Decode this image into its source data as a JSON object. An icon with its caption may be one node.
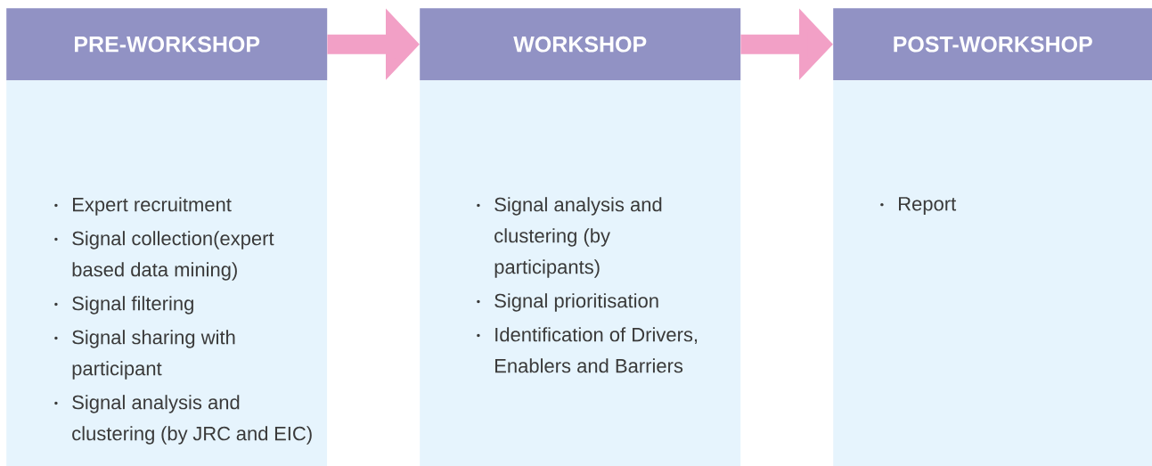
{
  "diagram": {
    "nodes": [
      {
        "text": [
          "PRE-WORKSHOP"
        ]
      },
      {
        "text": [
          "Expert recruitment",
          "Signal collection(expert based data mining)",
          "Signal filtering",
          "Signal sharing with participant",
          "Signal analysis and clustering (by JRC and EIC)"
        ]
      },
      {
        "text": [
          "WORKSHOP"
        ]
      },
      {
        "text": [
          "Signal analysis and clustering (by participants)",
          "Signal prioritisation",
          "Identification of Drivers, Enablers and Barriers"
        ]
      },
      {
        "text": [
          "POST-WORKSHOP"
        ]
      },
      {
        "text": [
          "Report"
        ]
      }
    ],
    "edges": [
      {
        "from": 0,
        "to": 2,
        "arrow": "to"
      },
      {
        "from": 2,
        "to": 4,
        "arrow": "to"
      }
    ]
  }
}
